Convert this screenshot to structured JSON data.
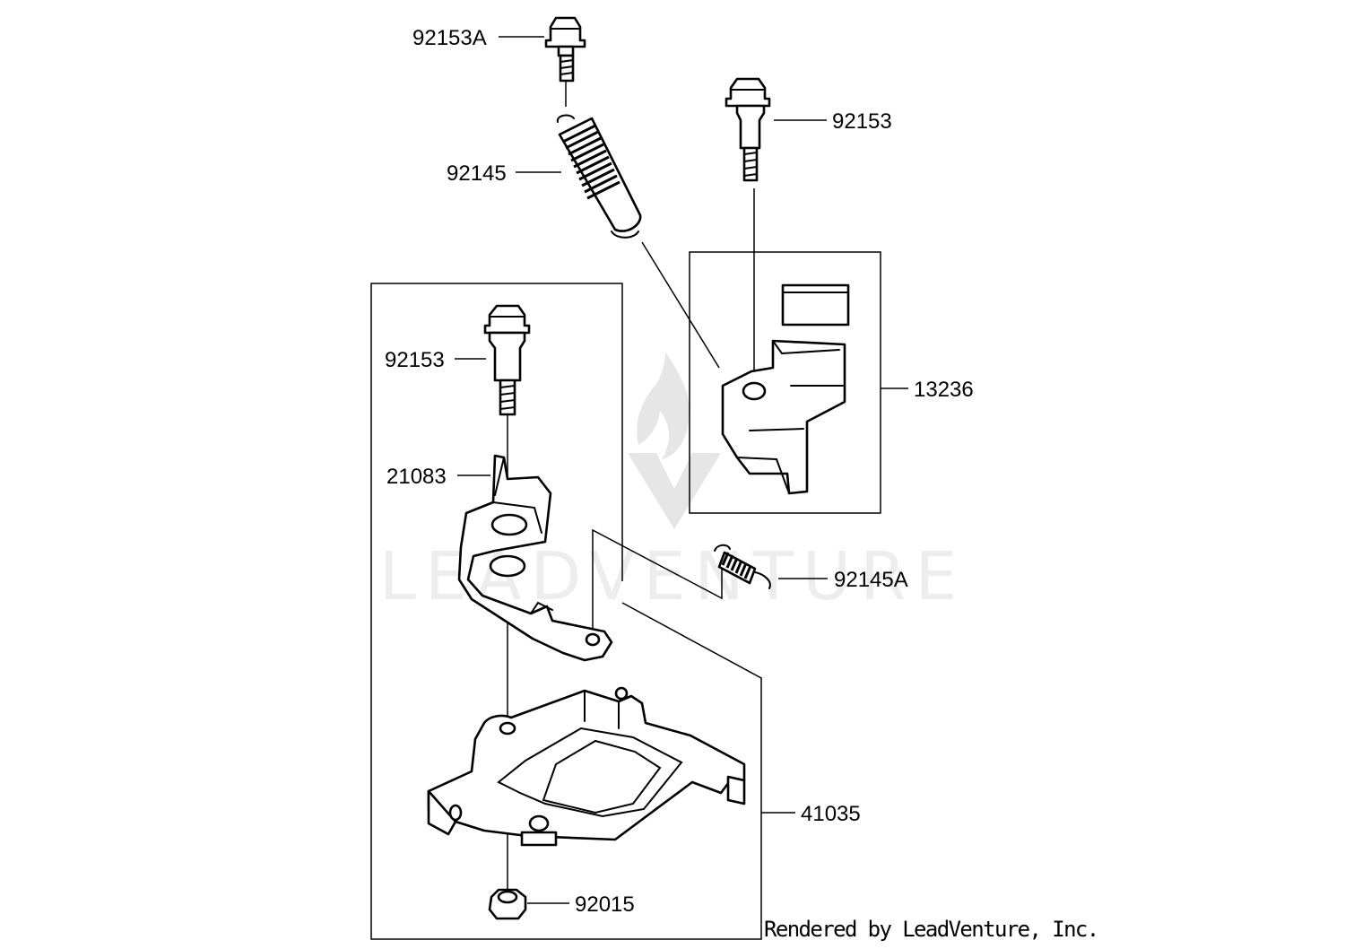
{
  "callouts": {
    "bolt_top": "92153A",
    "bolt_right": "92153",
    "spring_top": "92145",
    "bolt_left": "92153",
    "lever_right": "13236",
    "lever_left": "21083",
    "spring_small": "92145A",
    "bracket": "41035",
    "nut": "92015"
  },
  "watermark": "LEADVENTURE",
  "credit": "Rendered by LeadVenture, Inc."
}
